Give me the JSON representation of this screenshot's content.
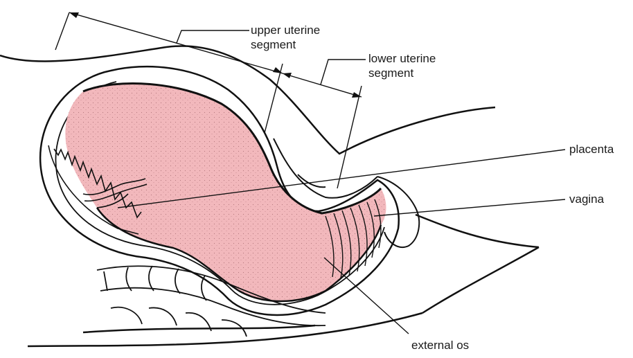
{
  "labels": {
    "upper_uterine_segment": [
      "upper uterine",
      "segment"
    ],
    "lower_uterine_segment": [
      "lower uterine",
      "segment"
    ],
    "placenta": "placenta",
    "vagina": "vagina",
    "external_os": "external os"
  },
  "colors": {
    "uterine_contents": "#f2b8bc",
    "outline": "#111111",
    "background": "#ffffff"
  }
}
